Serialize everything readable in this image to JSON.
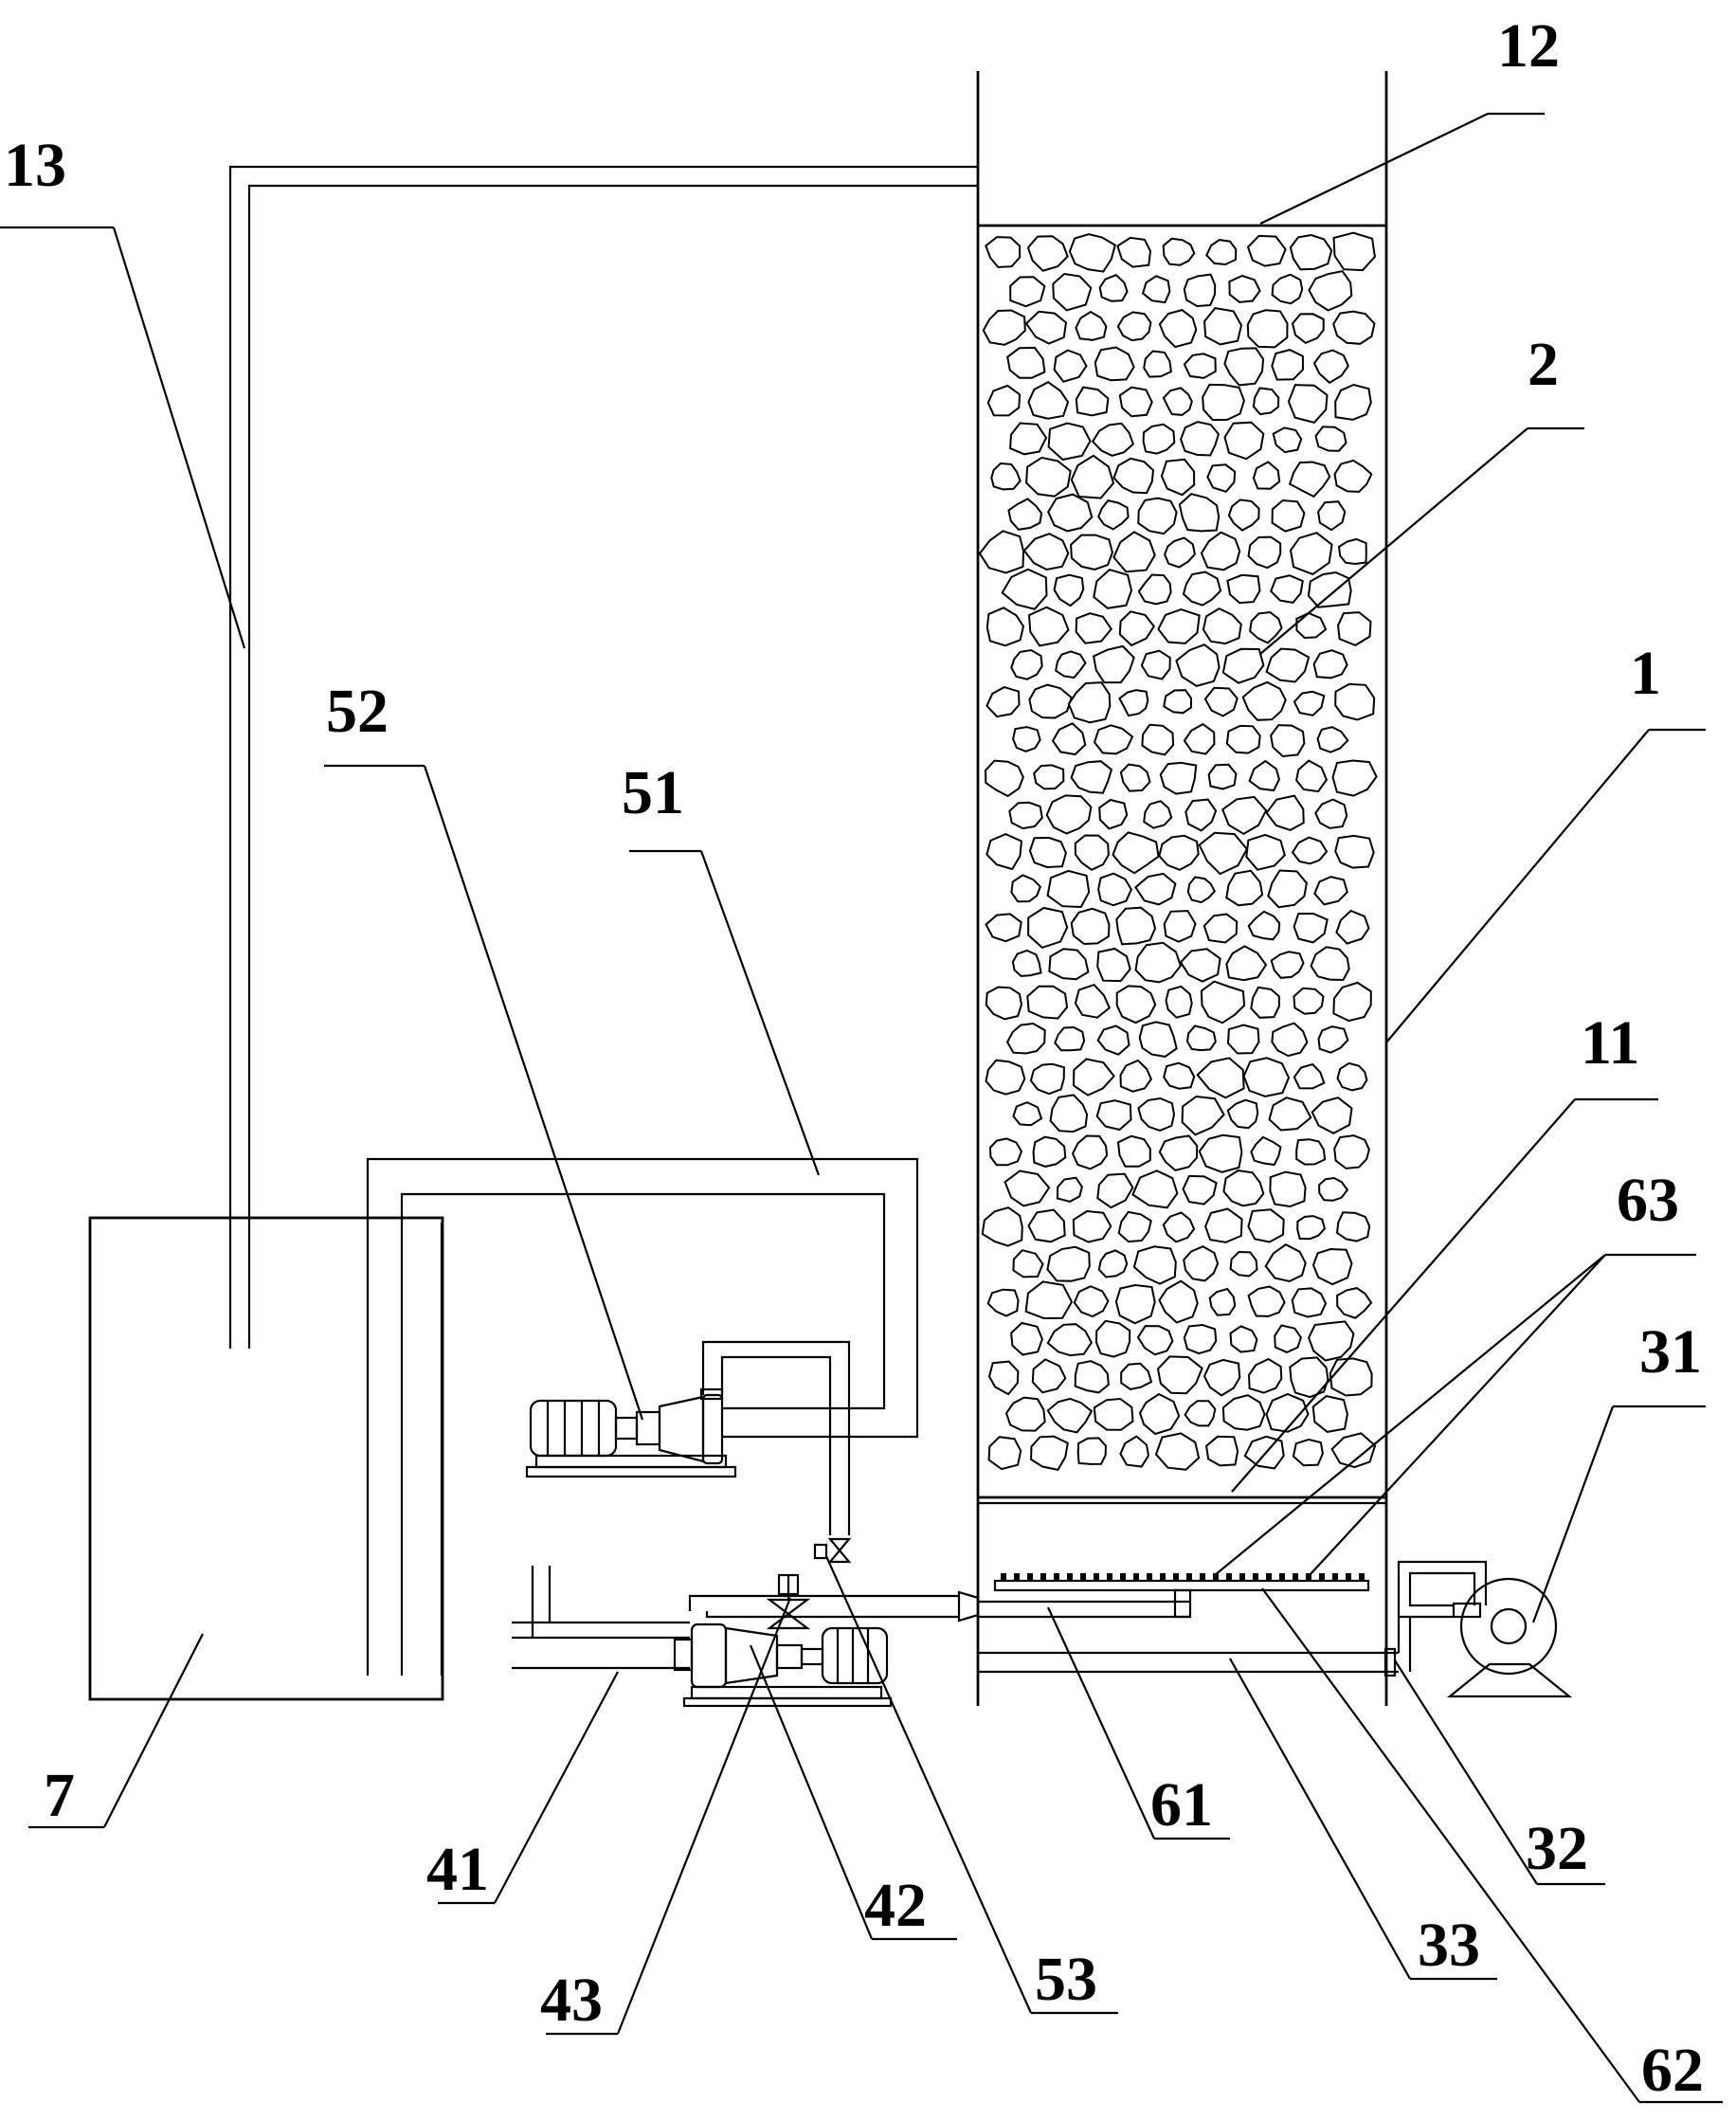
{
  "figure": {
    "labels": [
      "12",
      "13",
      "2",
      "1",
      "52",
      "51",
      "11",
      "63",
      "31",
      "7",
      "41",
      "43",
      "42",
      "53",
      "61",
      "32",
      "33",
      "62"
    ]
  }
}
